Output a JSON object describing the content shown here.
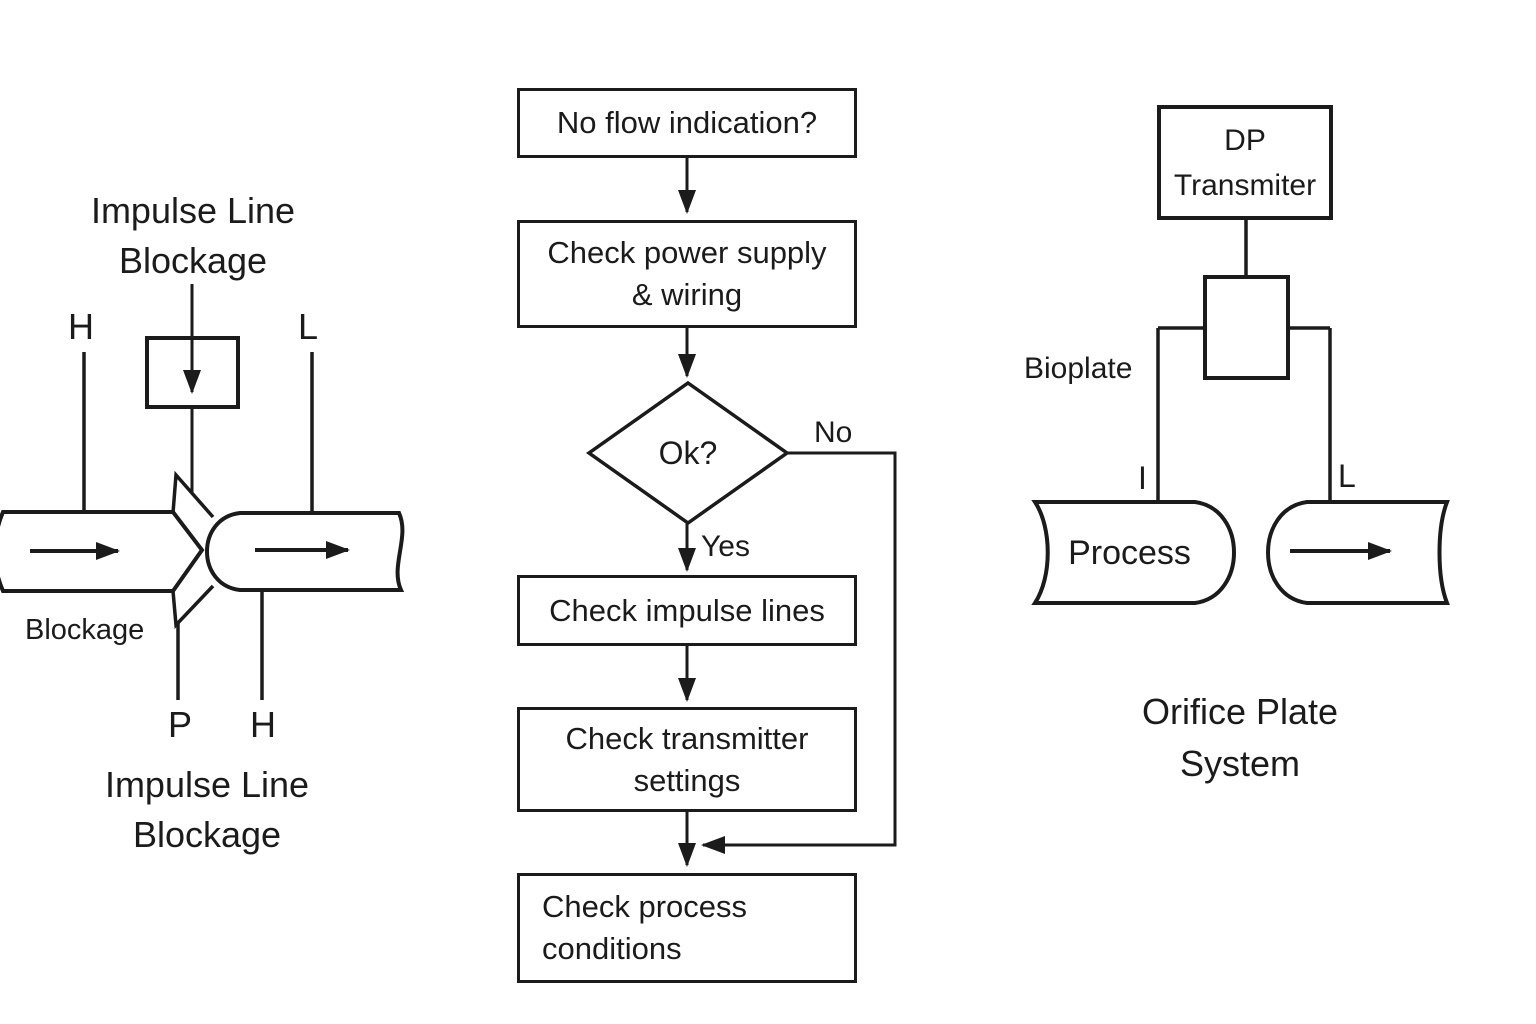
{
  "colors": {
    "background": "#ffffff",
    "ink": "#1b1b1b"
  },
  "left_diagram": {
    "title_top": {
      "line1": "Impulse Line",
      "line2": "Blockage"
    },
    "tap_high": "H",
    "tap_low": "L",
    "blockage_label": "Blockage",
    "tap_p": "P",
    "tap_h": "H",
    "title_bottom": {
      "line1": "Impulse Line",
      "line2": "Blockage"
    }
  },
  "flowchart": {
    "box_start": "No flow indication?",
    "box_power": {
      "line1": "Check power supply",
      "line2": "& wiring"
    },
    "decision": "Ok?",
    "branch_yes": "Yes",
    "branch_no": "No",
    "box_impulse": "Check impulse lines",
    "box_transmitter": {
      "line1": "Check transmitter",
      "line2": "settings"
    },
    "box_process": {
      "line1": "Check process",
      "line2": "conditions"
    }
  },
  "right_diagram": {
    "transmitter_box": {
      "line1": "DP",
      "line2": "Transmiter"
    },
    "bioplate_label": "Bioplate",
    "tap_i": "I",
    "tap_l": "L",
    "process_label": "Process",
    "title": {
      "line1": "Orifice Plate",
      "line2": "System"
    }
  }
}
